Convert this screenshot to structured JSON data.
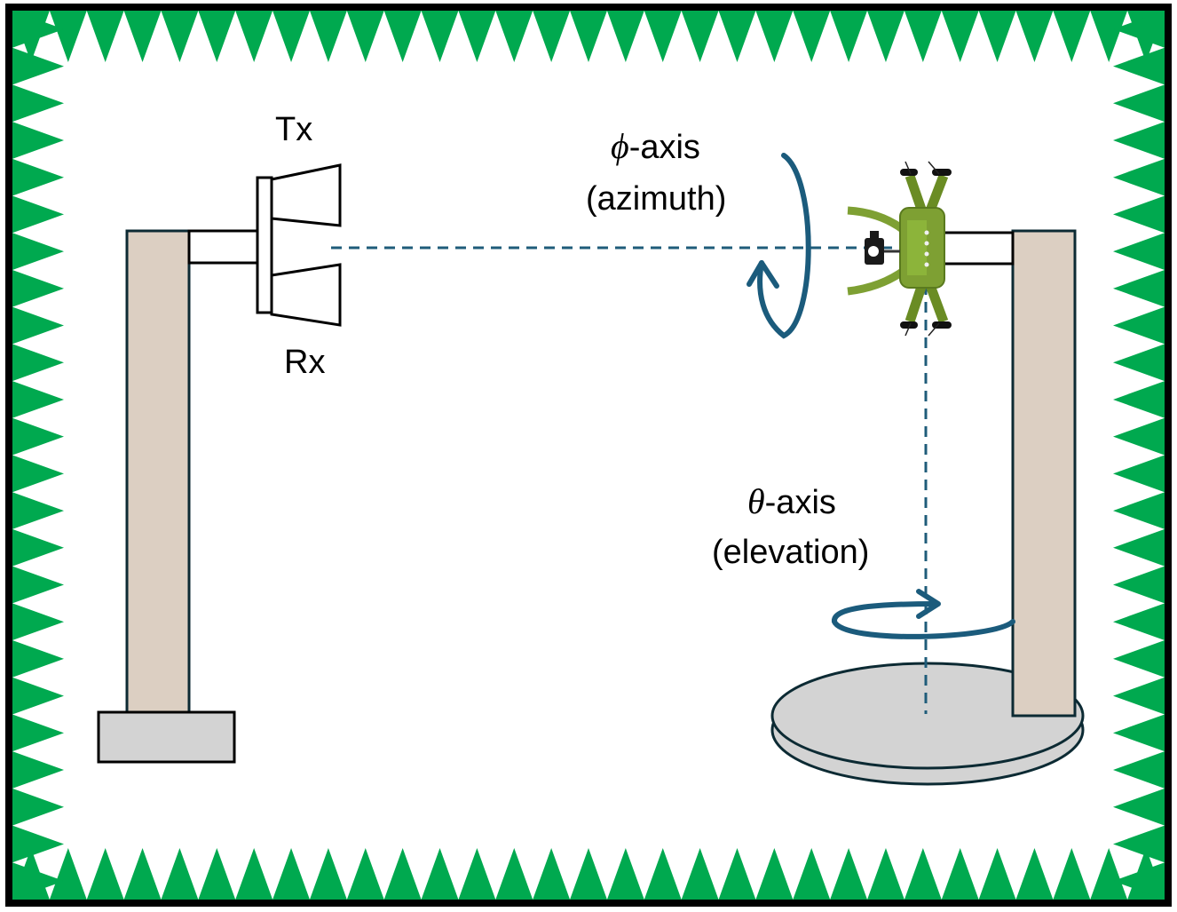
{
  "labels": {
    "tx": "Tx",
    "rx": "Rx",
    "phi_symbol": "ϕ",
    "phi_suffix": "-axis",
    "phi_desc": "(azimuth)",
    "theta_symbol": "θ",
    "theta_suffix": "-axis",
    "theta_desc": "(elevation)"
  },
  "colors": {
    "absorber": "#00a94f",
    "frame": "#000000",
    "pillar_fill": "#dccfc2",
    "pillar_stroke": "#0c2a33",
    "base_fill": "#d3d3d3",
    "axis_line": "#1f5c7a",
    "rotation_arrow": "#1b5b7c",
    "drone_body": "#7ea033",
    "drone_dark": "#5a7a1e"
  },
  "icons": {
    "absorber": "pyramidal-absorber-icon",
    "horn_antennas": "horn-antenna-icon",
    "drone": "drone-icon",
    "turntable": "turntable-icon"
  }
}
